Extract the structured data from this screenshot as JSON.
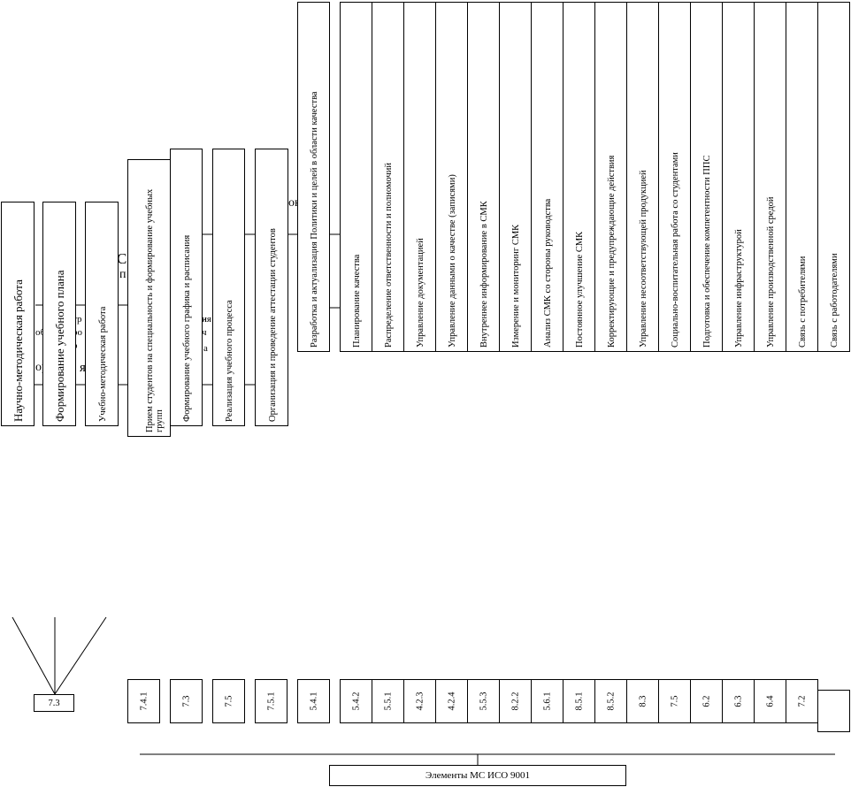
{
  "chart_data": {
    "type": "diagram",
    "left_processes": [
      {
        "label": "Научно-методическая работа",
        "size": "big"
      },
      {
        "label": "Формирование учебного плана",
        "size": "big"
      },
      {
        "label": "Учебно-методическая работа",
        "size": "small"
      },
      {
        "label": "Прием студентов на специальность и формирование учебных групп",
        "size": "small"
      },
      {
        "label": "Формирование учебного графика и расписания",
        "size": "small"
      },
      {
        "label": "Реализация учебного процесса",
        "size": "small"
      },
      {
        "label": "Организация и проведение аттестации студентов",
        "size": "small"
      }
    ],
    "top_processes": [
      "Разработка и актуализация Политики и целей в области качества",
      "Планирование качества",
      "Распределение ответственности и полномочий",
      "Управление документацией",
      "Управление данными о качестве (записями)",
      "Внутреннее информирование в СМК",
      "Измерение и мониторинг СМК",
      "Анализ СМК со стороны руководства",
      "Постоянное улучшение СМК",
      "Корректирующие и предупреждающие действия",
      "Управление несоответствующей продукцией",
      "Социально-воспитательная работа со студентами",
      "Подготовка и обеспечение компетентности ППС",
      "Управление инфраструктурой",
      "Управление производственной средой",
      "Связь с потребителями",
      "Связь с работодателями"
    ],
    "clause_codes": [
      "7.4.1",
      "7.3",
      "7.5",
      "7.5.1",
      "5.4.1",
      "5.4.2",
      "5.5.1",
      "4.2.3",
      "4.2.4",
      "5.5.3",
      "8.2.2",
      "5.6.1",
      "8.5.1",
      "8.5.2",
      "8.3",
      "7.5",
      "6.2",
      "6.3",
      "6.4",
      "7.2"
    ],
    "lone_code": "7.3",
    "footer_label": "Элементы МС ИСО 9001",
    "ghost_fragments": [
      {
        "text": "С"
      },
      {
        "text": "п"
      },
      {
        "text": "тр"
      },
      {
        "text": "ро"
      },
      {
        "text": "о"
      },
      {
        "text": "об"
      },
      {
        "text": "ы"
      },
      {
        "text": "ч"
      },
      {
        "text": "я"
      },
      {
        "text": "ор"
      },
      {
        "text": "оны"
      },
      {
        "text": "н"
      },
      {
        "text": "а"
      },
      {
        "text": "ия"
      }
    ]
  }
}
